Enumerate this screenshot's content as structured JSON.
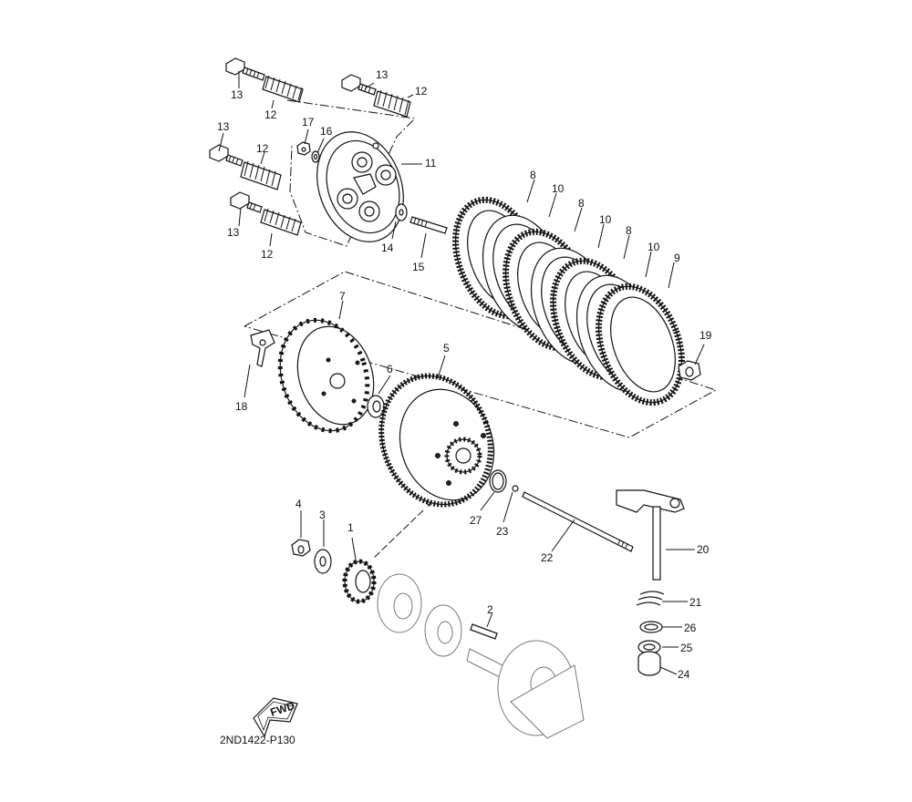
{
  "diagram_code": "2ND1422-P130",
  "fwd_label": "FWD",
  "callouts": [
    {
      "id": "c1",
      "text": "1"
    },
    {
      "id": "c2",
      "text": "2"
    },
    {
      "id": "c3",
      "text": "3"
    },
    {
      "id": "c4",
      "text": "4"
    },
    {
      "id": "c5",
      "text": "5"
    },
    {
      "id": "c6",
      "text": "6"
    },
    {
      "id": "c7",
      "text": "7"
    },
    {
      "id": "c8a",
      "text": "8"
    },
    {
      "id": "c8b",
      "text": "8"
    },
    {
      "id": "c8c",
      "text": "8"
    },
    {
      "id": "c9",
      "text": "9"
    },
    {
      "id": "c10a",
      "text": "10"
    },
    {
      "id": "c10b",
      "text": "10"
    },
    {
      "id": "c10c",
      "text": "10"
    },
    {
      "id": "c11",
      "text": "11"
    },
    {
      "id": "c12a",
      "text": "12"
    },
    {
      "id": "c12b",
      "text": "12"
    },
    {
      "id": "c12c",
      "text": "12"
    },
    {
      "id": "c12d",
      "text": "12"
    },
    {
      "id": "c13a",
      "text": "13"
    },
    {
      "id": "c13b",
      "text": "13"
    },
    {
      "id": "c13c",
      "text": "13"
    },
    {
      "id": "c13d",
      "text": "13"
    },
    {
      "id": "c14",
      "text": "14"
    },
    {
      "id": "c15",
      "text": "15"
    },
    {
      "id": "c16",
      "text": "16"
    },
    {
      "id": "c17",
      "text": "17"
    },
    {
      "id": "c18",
      "text": "18"
    },
    {
      "id": "c19",
      "text": "19"
    },
    {
      "id": "c20",
      "text": "20"
    },
    {
      "id": "c21",
      "text": "21"
    },
    {
      "id": "c22",
      "text": "22"
    },
    {
      "id": "c23",
      "text": "23"
    },
    {
      "id": "c24",
      "text": "24"
    },
    {
      "id": "c25",
      "text": "25"
    },
    {
      "id": "c26",
      "text": "26"
    },
    {
      "id": "c27",
      "text": "27"
    }
  ]
}
